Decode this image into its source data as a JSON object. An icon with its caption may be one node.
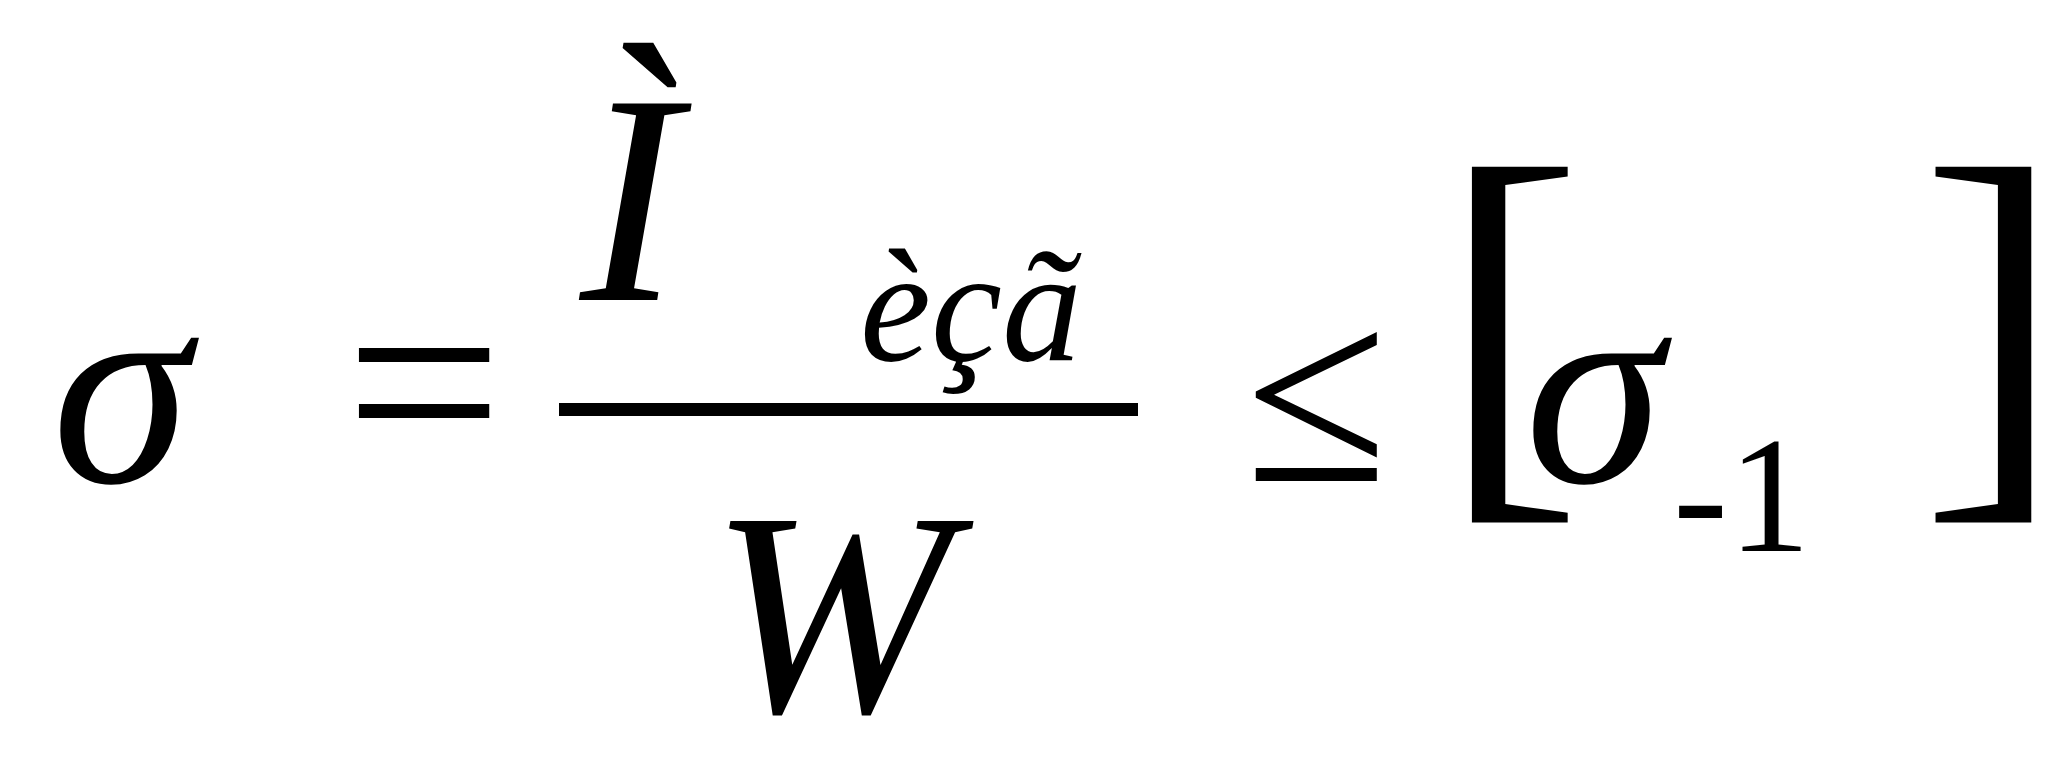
{
  "diagram": {
    "labels": [
      "σ",
      "=",
      "Ì$_{èçã}$",
      "W",
      "≤",
      "[",
      "σ$_{-1}$",
      "]"
    ]
  }
}
